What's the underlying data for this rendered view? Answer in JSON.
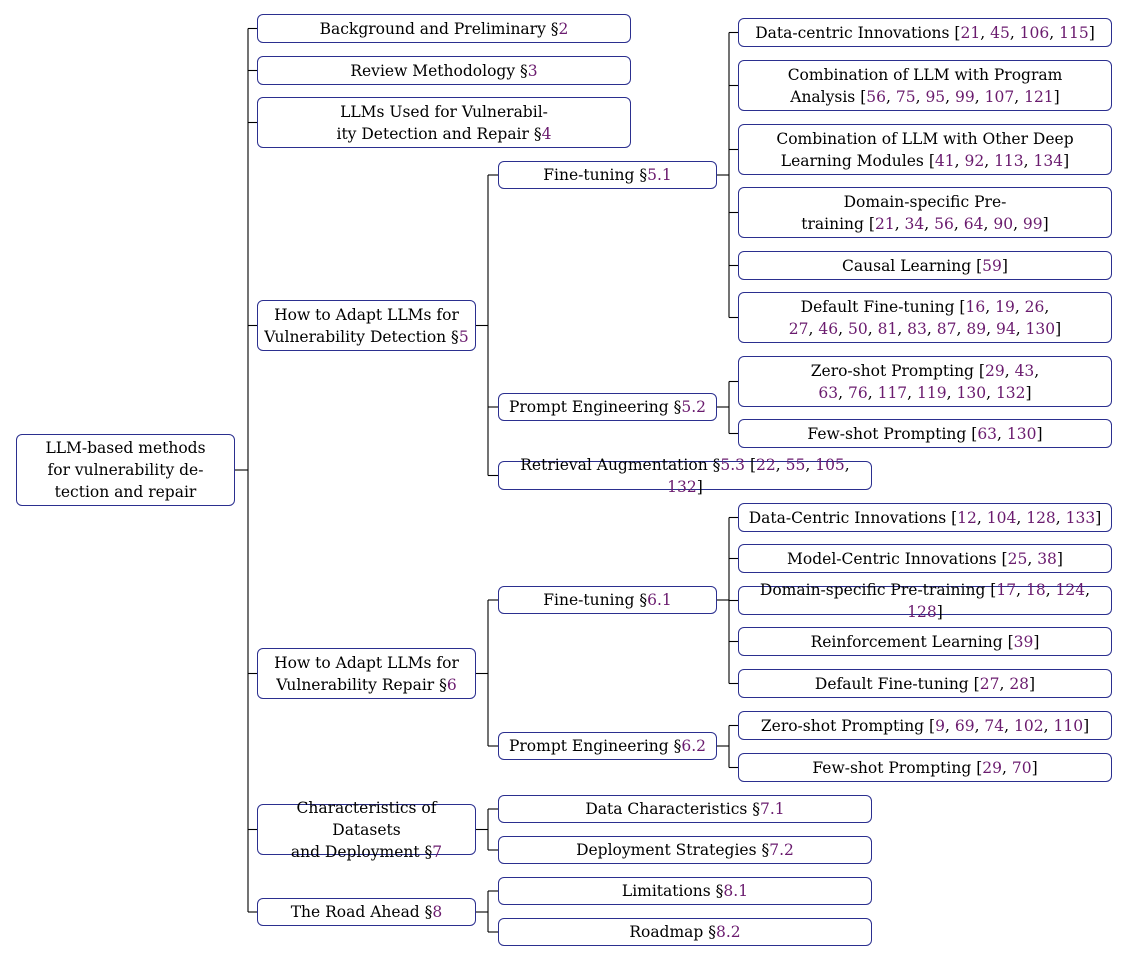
{
  "tree": {
    "nodes": [
      {
        "id": "root",
        "lines": [
          "LLM-based methods",
          "for vulnerability de-",
          "tection and repair"
        ],
        "section": "",
        "refs": []
      },
      {
        "id": "n2",
        "lines": [
          "Background and Preliminary §"
        ],
        "section": "2",
        "refs": []
      },
      {
        "id": "n3",
        "lines": [
          "Review Methodology §"
        ],
        "section": "3",
        "refs": []
      },
      {
        "id": "n4",
        "lines": [
          "LLMs Used for Vulnerabil-",
          "ity Detection and Repair §"
        ],
        "section": "4",
        "refs": []
      },
      {
        "id": "n5",
        "lines": [
          "How to Adapt LLMs for",
          "Vulnerability Detection §"
        ],
        "section": "5",
        "refs": []
      },
      {
        "id": "n51",
        "lines": [
          "Fine-tuning §"
        ],
        "section": "5.1",
        "refs": []
      },
      {
        "id": "n511",
        "lines": [
          "Data-centric Innovations "
        ],
        "section": "",
        "refs": [
          [
            "21",
            "45",
            "106",
            "115"
          ]
        ]
      },
      {
        "id": "n512",
        "lines": [
          "Combination of LLM with Program",
          "Analysis "
        ],
        "section": "",
        "refs": [
          [],
          [
            "56",
            "75",
            "95",
            "99",
            "107",
            "121"
          ]
        ]
      },
      {
        "id": "n513",
        "lines": [
          "Combination of LLM with Other Deep",
          "Learning Modules "
        ],
        "section": "",
        "refs": [
          [],
          [
            "41",
            "92",
            "113",
            "134"
          ]
        ]
      },
      {
        "id": "n514",
        "lines": [
          "Domain-specific Pre-",
          "training "
        ],
        "section": "",
        "refs": [
          [],
          [
            "21",
            "34",
            "56",
            "64",
            "90",
            "99"
          ]
        ]
      },
      {
        "id": "n515",
        "lines": [
          "Causal Learning "
        ],
        "section": "",
        "refs": [
          [
            "59"
          ]
        ]
      },
      {
        "id": "n516",
        "lines": [
          "Default Fine-tuning ",
          ""
        ],
        "section": "",
        "refs": [
          [
            "16",
            "19",
            "26"
          ],
          [
            "27",
            "46",
            "50",
            "81",
            "83",
            "87",
            "89",
            "94",
            "130"
          ]
        ]
      },
      {
        "id": "n52",
        "lines": [
          "Prompt Engineering §"
        ],
        "section": "5.2",
        "refs": []
      },
      {
        "id": "n521",
        "lines": [
          "Zero-shot Prompting ",
          ""
        ],
        "section": "",
        "refs": [
          [
            "29",
            "43"
          ],
          [
            "63",
            "76",
            "117",
            "119",
            "130",
            "132"
          ]
        ]
      },
      {
        "id": "n522",
        "lines": [
          "Few-shot Prompting "
        ],
        "section": "",
        "refs": [
          [
            "63",
            "130"
          ]
        ]
      },
      {
        "id": "n53",
        "lines": [
          "Retrieval Augmentation §"
        ],
        "section": "5.3",
        "refs": [
          [
            "22",
            "55",
            "105",
            "132"
          ]
        ]
      },
      {
        "id": "n6",
        "lines": [
          "How to Adapt LLMs for",
          "Vulnerability Repair §"
        ],
        "section": "6",
        "refs": []
      },
      {
        "id": "n61",
        "lines": [
          "Fine-tuning §"
        ],
        "section": "6.1",
        "refs": []
      },
      {
        "id": "n611",
        "lines": [
          "Data-Centric Innovations "
        ],
        "section": "",
        "refs": [
          [
            "12",
            "104",
            "128",
            "133"
          ]
        ]
      },
      {
        "id": "n612",
        "lines": [
          "Model-Centric Innovations "
        ],
        "section": "",
        "refs": [
          [
            "25",
            "38"
          ]
        ]
      },
      {
        "id": "n613",
        "lines": [
          "Domain-specific Pre-training "
        ],
        "section": "",
        "refs": [
          [
            "17",
            "18",
            "124",
            "128"
          ]
        ]
      },
      {
        "id": "n614",
        "lines": [
          "Reinforcement Learning "
        ],
        "section": "",
        "refs": [
          [
            "39"
          ]
        ]
      },
      {
        "id": "n615",
        "lines": [
          "Default Fine-tuning "
        ],
        "section": "",
        "refs": [
          [
            "27",
            "28"
          ]
        ]
      },
      {
        "id": "n62",
        "lines": [
          "Prompt Engineering §"
        ],
        "section": "6.2",
        "refs": []
      },
      {
        "id": "n621",
        "lines": [
          "Zero-shot Prompting "
        ],
        "section": "",
        "refs": [
          [
            "9",
            "69",
            "74",
            "102",
            "110"
          ]
        ]
      },
      {
        "id": "n622",
        "lines": [
          "Few-shot Prompting "
        ],
        "section": "",
        "refs": [
          [
            "29",
            "70"
          ]
        ]
      },
      {
        "id": "n7",
        "lines": [
          "Characteristics of Datasets",
          "and Deployment §"
        ],
        "section": "7",
        "refs": []
      },
      {
        "id": "n71",
        "lines": [
          "Data Characteristics §"
        ],
        "section": "7.1",
        "refs": []
      },
      {
        "id": "n72",
        "lines": [
          "Deployment Strategies §"
        ],
        "section": "7.2",
        "refs": []
      },
      {
        "id": "n8",
        "lines": [
          "The Road Ahead §"
        ],
        "section": "8",
        "refs": []
      },
      {
        "id": "n81",
        "lines": [
          "Limitations §"
        ],
        "section": "8.1",
        "refs": []
      },
      {
        "id": "n82",
        "lines": [
          "Roadmap §"
        ],
        "section": "8.2",
        "refs": []
      }
    ],
    "edges": [
      [
        "root",
        "n2"
      ],
      [
        "root",
        "n3"
      ],
      [
        "root",
        "n4"
      ],
      [
        "root",
        "n5"
      ],
      [
        "root",
        "n6"
      ],
      [
        "root",
        "n7"
      ],
      [
        "root",
        "n8"
      ],
      [
        "n5",
        "n51"
      ],
      [
        "n5",
        "n52"
      ],
      [
        "n5",
        "n53"
      ],
      [
        "n51",
        "n511"
      ],
      [
        "n51",
        "n512"
      ],
      [
        "n51",
        "n513"
      ],
      [
        "n51",
        "n514"
      ],
      [
        "n51",
        "n515"
      ],
      [
        "n51",
        "n516"
      ],
      [
        "n52",
        "n521"
      ],
      [
        "n52",
        "n522"
      ],
      [
        "n6",
        "n61"
      ],
      [
        "n6",
        "n62"
      ],
      [
        "n61",
        "n611"
      ],
      [
        "n61",
        "n612"
      ],
      [
        "n61",
        "n613"
      ],
      [
        "n61",
        "n614"
      ],
      [
        "n61",
        "n615"
      ],
      [
        "n62",
        "n621"
      ],
      [
        "n62",
        "n622"
      ],
      [
        "n7",
        "n71"
      ],
      [
        "n7",
        "n72"
      ],
      [
        "n8",
        "n81"
      ],
      [
        "n8",
        "n82"
      ]
    ],
    "colors": {
      "border": "#2b2f8f",
      "ref": "#6a1b6e",
      "line": "#000000"
    }
  }
}
